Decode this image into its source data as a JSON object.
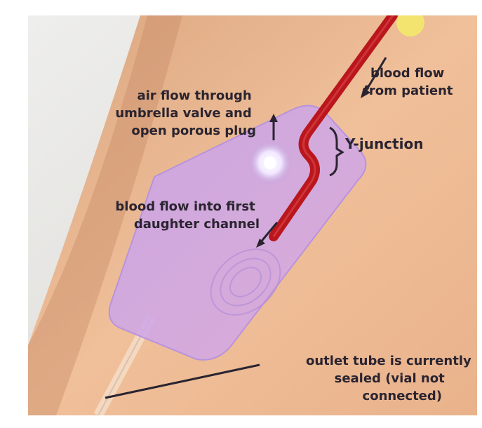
{
  "annotations": {
    "blood_flow_patient": [
      "blood flow",
      "from patient"
    ],
    "air_flow": [
      "air flow through",
      "umbrella valve and",
      "open porous plug"
    ],
    "y_junction": "Y-junction",
    "daughter_channel": [
      "blood flow into first",
      "daughter channel"
    ],
    "outlet_tube": [
      "outlet tube is currently",
      "sealed (vial not",
      "connected)"
    ]
  },
  "colors": {
    "skin": "#e8b48f",
    "background_fabric": "#e7e4df",
    "device": "#c9a6e6",
    "blood": "#c21a1f",
    "text": "#2a2430"
  }
}
